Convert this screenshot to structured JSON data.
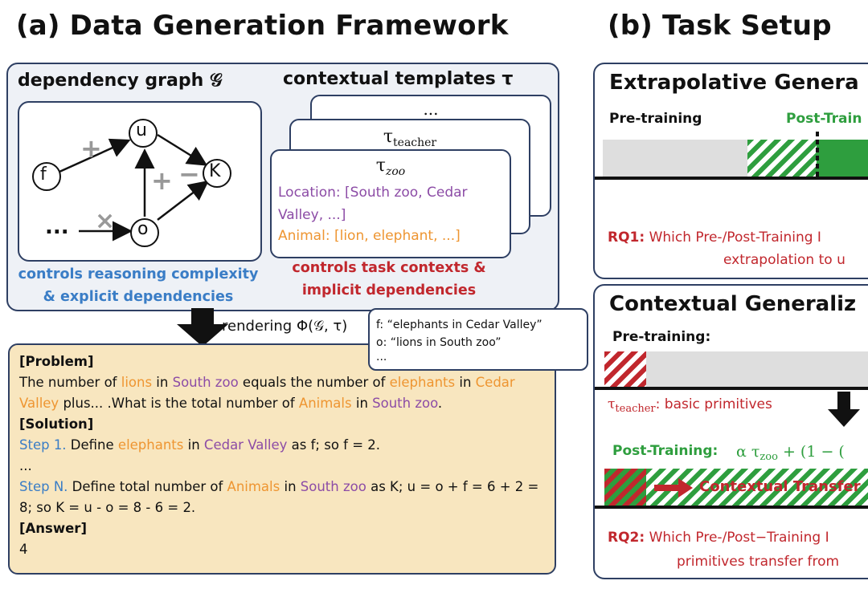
{
  "left": {
    "title": "(a) Data Generation Framework",
    "graph_label": "dependency graph 𝒢",
    "templates_label": "contextual templates τ",
    "nodes": {
      "f": "f",
      "u": "u",
      "k": "K",
      "o": "o",
      "dots": "..."
    },
    "ops": {
      "plus1": "+",
      "plus2": "+",
      "minus": "−",
      "cross": "×"
    },
    "graph_caption_1": "controls reasoning complexity",
    "graph_caption_2": "& explicit dependencies",
    "card_back": "...",
    "card_teacher": "τ",
    "card_teacher_sub": "teacher",
    "card_zoo": "τ",
    "card_zoo_sub": "zoo",
    "card_location": "Location: [South zoo, Cedar Valley, ...]",
    "card_animal": "Animal: [lion, elephant, ...]",
    "templates_caption_1": "controls task contexts &",
    "templates_caption_2": "implicit dependencies",
    "rendering": "rendering Φ(𝒢, τ)",
    "tooltip": {
      "f": "f: “elephants in Cedar Valley”",
      "o": "o: “lions in South zoo”",
      "more": "..."
    },
    "problem": {
      "h_problem": "[Problem]",
      "p1": "The number of ",
      "p_lions": "lions",
      "p2": " in ",
      "p_south": "South zoo",
      "p3": " equals the number of ",
      "p_eleph": "elephants",
      "p4": " in ",
      "p_cedar": "Cedar Valley",
      "p5": " plus... .What is the total number of ",
      "p_animals": "Animals",
      "p6": " in ",
      "p_south2": "South zoo",
      "p7": ".",
      "h_solution": "[Solution]",
      "s1_step": "Step 1.",
      "s1_a": " Define ",
      "s1_eleph": "elephants",
      "s1_b": " in ",
      "s1_cedar": "Cedar Valley",
      "s1_c": " as f; so f = 2.",
      "dots": "...",
      "sn_step": "Step N.",
      "sn_a": " Define total number of ",
      "sn_animals": "Animals",
      "sn_b": " in ",
      "sn_south": "South zoo",
      "sn_c": " as K; u = o + f = 6 + 2 = 8; so K = u - o = 8 - 6 = 2.",
      "h_answer": "[Answer]",
      "answer": "4"
    }
  },
  "right": {
    "title": "(b) Task Setup",
    "extrap_title": "Extrapolative Genera",
    "pre_training": "Pre-training",
    "post_training_short": "Post-Train",
    "rq1_label": "RQ1:",
    "rq1_text": " Which Pre-/Post-Training I",
    "rq1_text2": "extrapolation to u",
    "contextual_title": "Contextual Generaliz",
    "pre_training2": "Pre-training:",
    "teacher_tau": "τ",
    "teacher_sub": "teacher",
    "teacher_text": ": basic primitives",
    "post_training2": "Post-Training:",
    "post_formula": "α τ",
    "post_formula_sub": "zoo",
    "post_formula_rest": " + (1 − (",
    "transfer": "Contextual Transfer",
    "rq2_label": "RQ2:",
    "rq2_text": " Which Pre-/Post−Training I",
    "rq2_text2": "primitives transfer from"
  },
  "colors": {
    "border": "#2e3f63",
    "panel": "#eef1f6",
    "blue": "#3a7dc6",
    "purple": "#8c4ca6",
    "orange": "#ee9531",
    "red": "#c1272d",
    "green": "#2e9e3e",
    "problem_bg": "#f8e6bf"
  }
}
